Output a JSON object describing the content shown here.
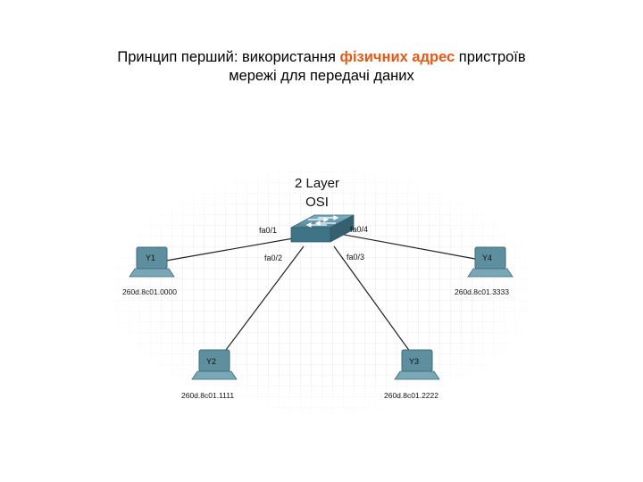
{
  "title": {
    "part1": "Принцип перший:",
    "part2": " використання ",
    "accent": "фізичних адрес",
    "part3": " пристроїв",
    "line2": "мережі для передачі даних"
  },
  "colors": {
    "accent": "#e05a1a",
    "device": "#5e8f9e"
  },
  "switch": {
    "label_line1": "2 Layer",
    "label_line2": "OSI",
    "icon": "switch-icon"
  },
  "ports": {
    "p1": "fa0/1",
    "p2": "fa0/2",
    "p3": "fa0/3",
    "p4": "fa0/4"
  },
  "hosts": {
    "y1": {
      "name": "Y1",
      "mac": "260d.8c01.0000",
      "icon": "computer-icon"
    },
    "y2": {
      "name": "Y2",
      "mac": "260d.8c01.1111",
      "icon": "computer-icon"
    },
    "y3": {
      "name": "Y3",
      "mac": "260d.8c01.2222",
      "icon": "computer-icon"
    },
    "y4": {
      "name": "Y4",
      "mac": "260d.8c01.3333",
      "icon": "computer-icon"
    }
  }
}
